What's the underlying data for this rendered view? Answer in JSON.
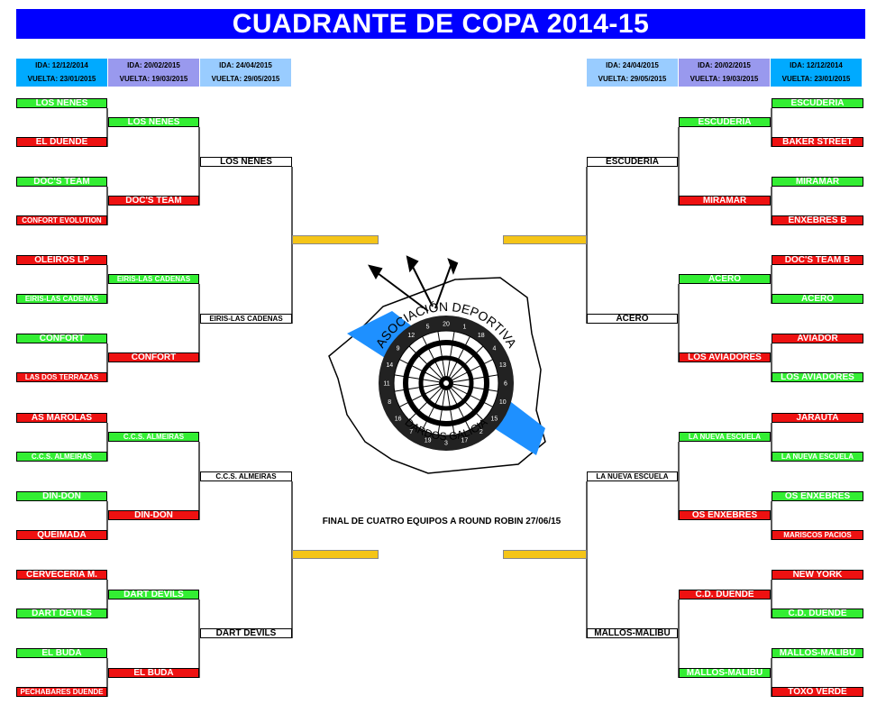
{
  "title": "CUADRANTE DE COPA 2014-15",
  "headers_left": [
    {
      "ida": "IDA: 12/12/2014",
      "vuelta": "VUELTA: 23/01/2015",
      "color": "#00aaff"
    },
    {
      "ida": "IDA: 20/02/2015",
      "vuelta": "VUELTA: 19/03/2015",
      "color": "#9999ee"
    },
    {
      "ida": "IDA: 24/04/2015",
      "vuelta": "VUELTA: 29/05/2015",
      "color": "#99ccff"
    }
  ],
  "headers_right": [
    {
      "ida": "IDA: 24/04/2015",
      "vuelta": "VUELTA: 29/05/2015",
      "color": "#99ccff"
    },
    {
      "ida": "IDA: 20/02/2015",
      "vuelta": "VUELTA: 19/03/2015",
      "color": "#9999ee"
    },
    {
      "ida": "IDA: 12/12/2014",
      "vuelta": "VUELTA: 23/01/2015",
      "color": "#00aaff"
    }
  ],
  "left": {
    "r1": [
      "LOS NENES",
      "EL DUENDE",
      "DOC'S TEAM",
      "CONFORT EVOLUTION",
      "OLEIROS LP",
      "EIRIS-LAS CADENAS",
      "CONFORT",
      "LAS DOS TERRAZAS",
      "AS MAROLAS",
      "C.C.S. ALMEIRAS",
      "DIN-DON",
      "QUEIMADA",
      "CERVECERIA M.",
      "DART DEVILS",
      "EL BUDA",
      "PECHABARES DUENDE"
    ],
    "r2": [
      "LOS NENES",
      "DOC'S TEAM",
      "EIRIS-LAS CADENAS",
      "CONFORT",
      "C.C.S. ALMEIRAS",
      "DIN-DON",
      "DART DEVILS",
      "EL BUDA"
    ],
    "r3": [
      "LOS NENES",
      "EIRIS-LAS CADENAS",
      "C.C.S. ALMEIRAS",
      "DART DEVILS"
    ]
  },
  "right": {
    "r1": [
      "ESCUDERIA",
      "BAKER STREET",
      "MIRAMAR",
      "ENXEBRES B",
      "DOC'S TEAM B",
      "ACERO",
      "AVIADOR",
      "LOS AVIADORES",
      "JARAUTA",
      "LA NUEVA ESCUELA",
      "OS ENXEBRES",
      "MARISCOS PACIOS",
      "NEW YORK",
      "C.D. DUENDE",
      "MALLOS-MALIBU",
      "TOXO VERDE"
    ],
    "r2": [
      "ESCUDERIA",
      "MIRAMAR",
      "ACERO",
      "LOS AVIADORES",
      "LA NUEVA ESCUELA",
      "OS ENXEBRES",
      "C.D. DUENDE",
      "MALLOS-MALIBU"
    ],
    "r3": [
      "ESCUDERIA",
      "ACERO",
      "LA NUEVA ESCUELA",
      "MALLOS-MALIBU"
    ]
  },
  "left_r1_colors": [
    "g",
    "r",
    "g",
    "r",
    "r",
    "g",
    "g",
    "r",
    "r",
    "g",
    "g",
    "r",
    "r",
    "g",
    "g",
    "r"
  ],
  "left_r2_colors": [
    "g",
    "r",
    "g",
    "r",
    "g",
    "r",
    "g",
    "r"
  ],
  "right_r1_colors": [
    "g",
    "r",
    "g",
    "r",
    "r",
    "g",
    "r",
    "g",
    "r",
    "g",
    "g",
    "r",
    "r",
    "g",
    "g",
    "r"
  ],
  "right_r2_colors": [
    "g",
    "r",
    "g",
    "r",
    "g",
    "r",
    "r",
    "g"
  ],
  "final_text": "FINAL DE CUATRO EQUIPOS A ROUND ROBIN 27/06/15",
  "logo": {
    "top_text": "ASOCIACIÓN DEPORTIVA",
    "bottom_text": "DARDOS GALICIA",
    "numbers": [
      "20",
      "1",
      "18",
      "4",
      "13",
      "6",
      "10",
      "15",
      "2",
      "17",
      "3",
      "19",
      "7",
      "16",
      "8",
      "11",
      "14",
      "9",
      "12",
      "5"
    ]
  }
}
